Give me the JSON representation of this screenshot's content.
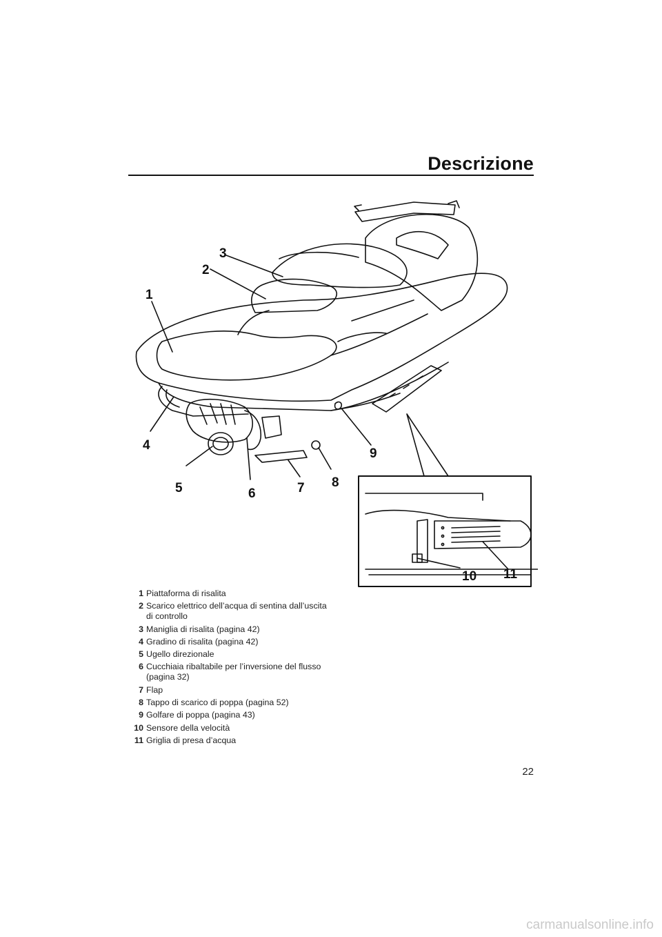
{
  "header": {
    "title": "Descrizione"
  },
  "figure": {
    "callouts": [
      "1",
      "2",
      "3",
      "4",
      "5",
      "6",
      "7",
      "8",
      "9",
      "10",
      "11"
    ]
  },
  "legend": {
    "items": [
      {
        "num": "1",
        "text": "Piattaforma di risalita"
      },
      {
        "num": "2",
        "text": "Scarico elettrico dell’acqua di sentina dall’uscita di controllo"
      },
      {
        "num": "3",
        "text": "Maniglia di risalita (pagina 42)"
      },
      {
        "num": "4",
        "text": "Gradino di risalita (pagina 42)"
      },
      {
        "num": "5",
        "text": "Ugello direzionale"
      },
      {
        "num": "6",
        "text": "Cucchiaia ribaltabile per l’inversione del flusso (pagina 32)"
      },
      {
        "num": "7",
        "text": "Flap"
      },
      {
        "num": "8",
        "text": "Tappo di scarico di poppa (pagina 52)"
      },
      {
        "num": "9",
        "text": "Golfare di poppa (pagina 43)"
      },
      {
        "num": "10",
        "text": "Sensore della velocità"
      },
      {
        "num": "11",
        "text": "Griglia di presa d’acqua"
      }
    ]
  },
  "footer": {
    "page_number": "22",
    "watermark": "carmanualsonline.info"
  }
}
